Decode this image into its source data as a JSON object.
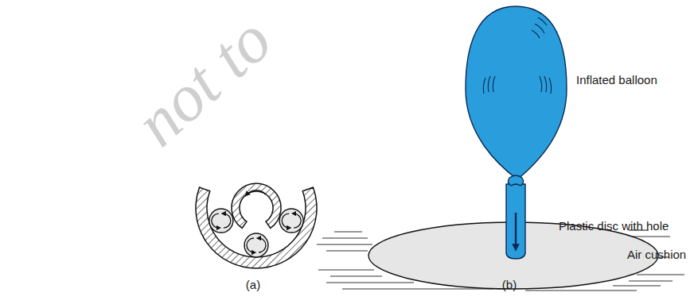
{
  "diagram": {
    "labels": [
      "Inflated balloon",
      "Plastic disc with hole",
      "Air cushion",
      "(a)",
      "(b)",
      "not to"
    ]
  }
}
